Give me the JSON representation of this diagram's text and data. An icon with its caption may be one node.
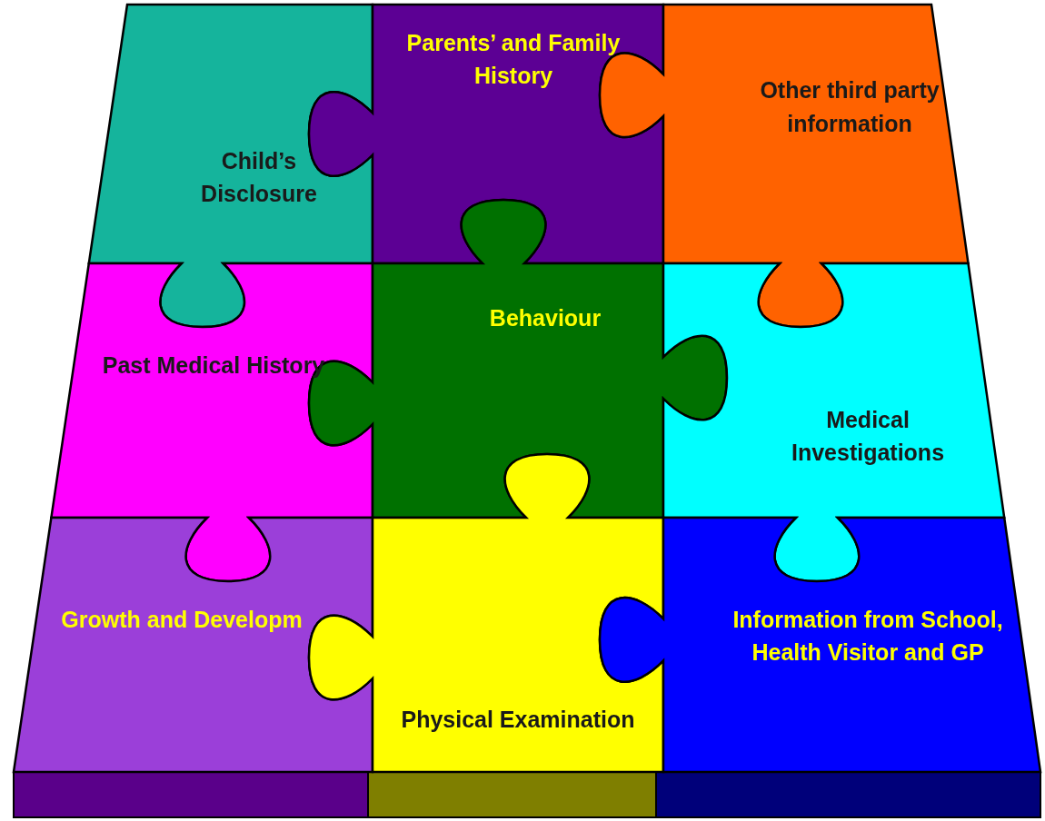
{
  "diagram": {
    "nodes": [
      {
        "text": [
          "Child’s Disclosure"
        ]
      },
      {
        "text": [
          "Parents’ and Family History"
        ]
      },
      {
        "text": [
          "Other third party information"
        ]
      },
      {
        "text": [
          "Past Medical History"
        ]
      },
      {
        "text": [
          "Behaviour"
        ]
      },
      {
        "text": [
          "Medical Investigations"
        ]
      },
      {
        "text": [
          "Growth and Developm"
        ]
      },
      {
        "text": [
          "Physical Examination"
        ]
      },
      {
        "text": [
          "Information from School, Health Visitor and GP"
        ]
      }
    ]
  }
}
